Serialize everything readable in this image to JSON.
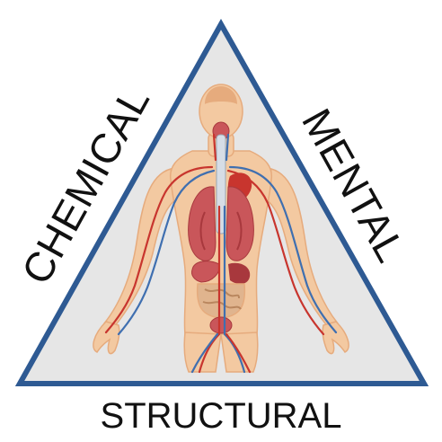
{
  "diagram": {
    "labels": {
      "left": "CHEMICAL",
      "right": "MENTAL",
      "bottom": "STRUCTURAL"
    },
    "colors": {
      "triangle_stroke": "#2e5a93",
      "triangle_fill": "#e6e6e6",
      "skin": "#f3c9a1",
      "skin_shadow": "#e6ab7d",
      "artery": "#c8352e",
      "vein": "#3f6fb0",
      "organ": "#c9565a",
      "organ_dark": "#a8383d",
      "intestine": "#e0b48e",
      "trachea": "#d6dde6"
    },
    "figure": {
      "icon": "human-anatomy-figure"
    }
  }
}
